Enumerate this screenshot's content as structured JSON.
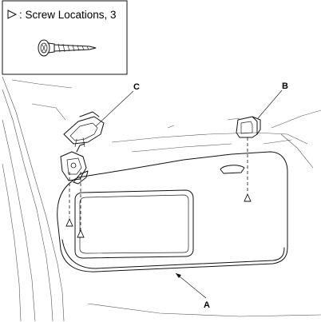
{
  "legend": {
    "symbol": "▷",
    "text": ": Screw Locations, 3"
  },
  "callouts": {
    "a": "A",
    "b": "B",
    "c": "C"
  }
}
